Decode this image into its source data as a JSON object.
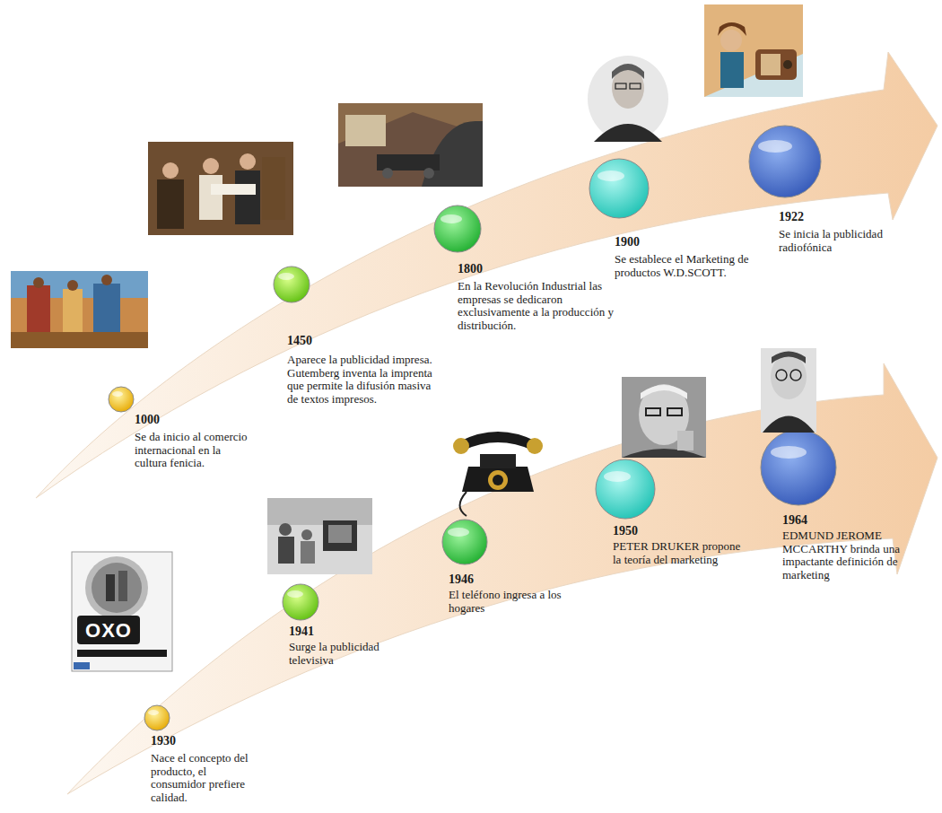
{
  "diagram": {
    "labels": [
      "1000",
      "Se da inicio al comercio internacional en la cultura fenicia.",
      "1450",
      "Aparece la publicidad impresa. Gutemberg inventa la imprenta que permite la difusión masiva de textos impresos.",
      "1800",
      "En la Revolución Industrial las empresas se dedicaron exclusivamente a la producción y distribución.",
      "1900",
      "Se establece el Marketing de productos W.D.SCOTT.",
      "1922",
      "Se inicia la publicidad radiofónica",
      "OXO",
      "1930",
      "Nace el concepto del producto, el consumidor prefiere calidad.",
      "1941",
      "Surge la publicidad televisiva",
      "1946",
      "El teléfono ingresa a los hogares",
      "1950",
      "PETER DRUKER propone la teoría del marketing",
      "1964",
      "EDMUND JEROME MCCARTHY brinda una impactante definición de marketing"
    ]
  }
}
